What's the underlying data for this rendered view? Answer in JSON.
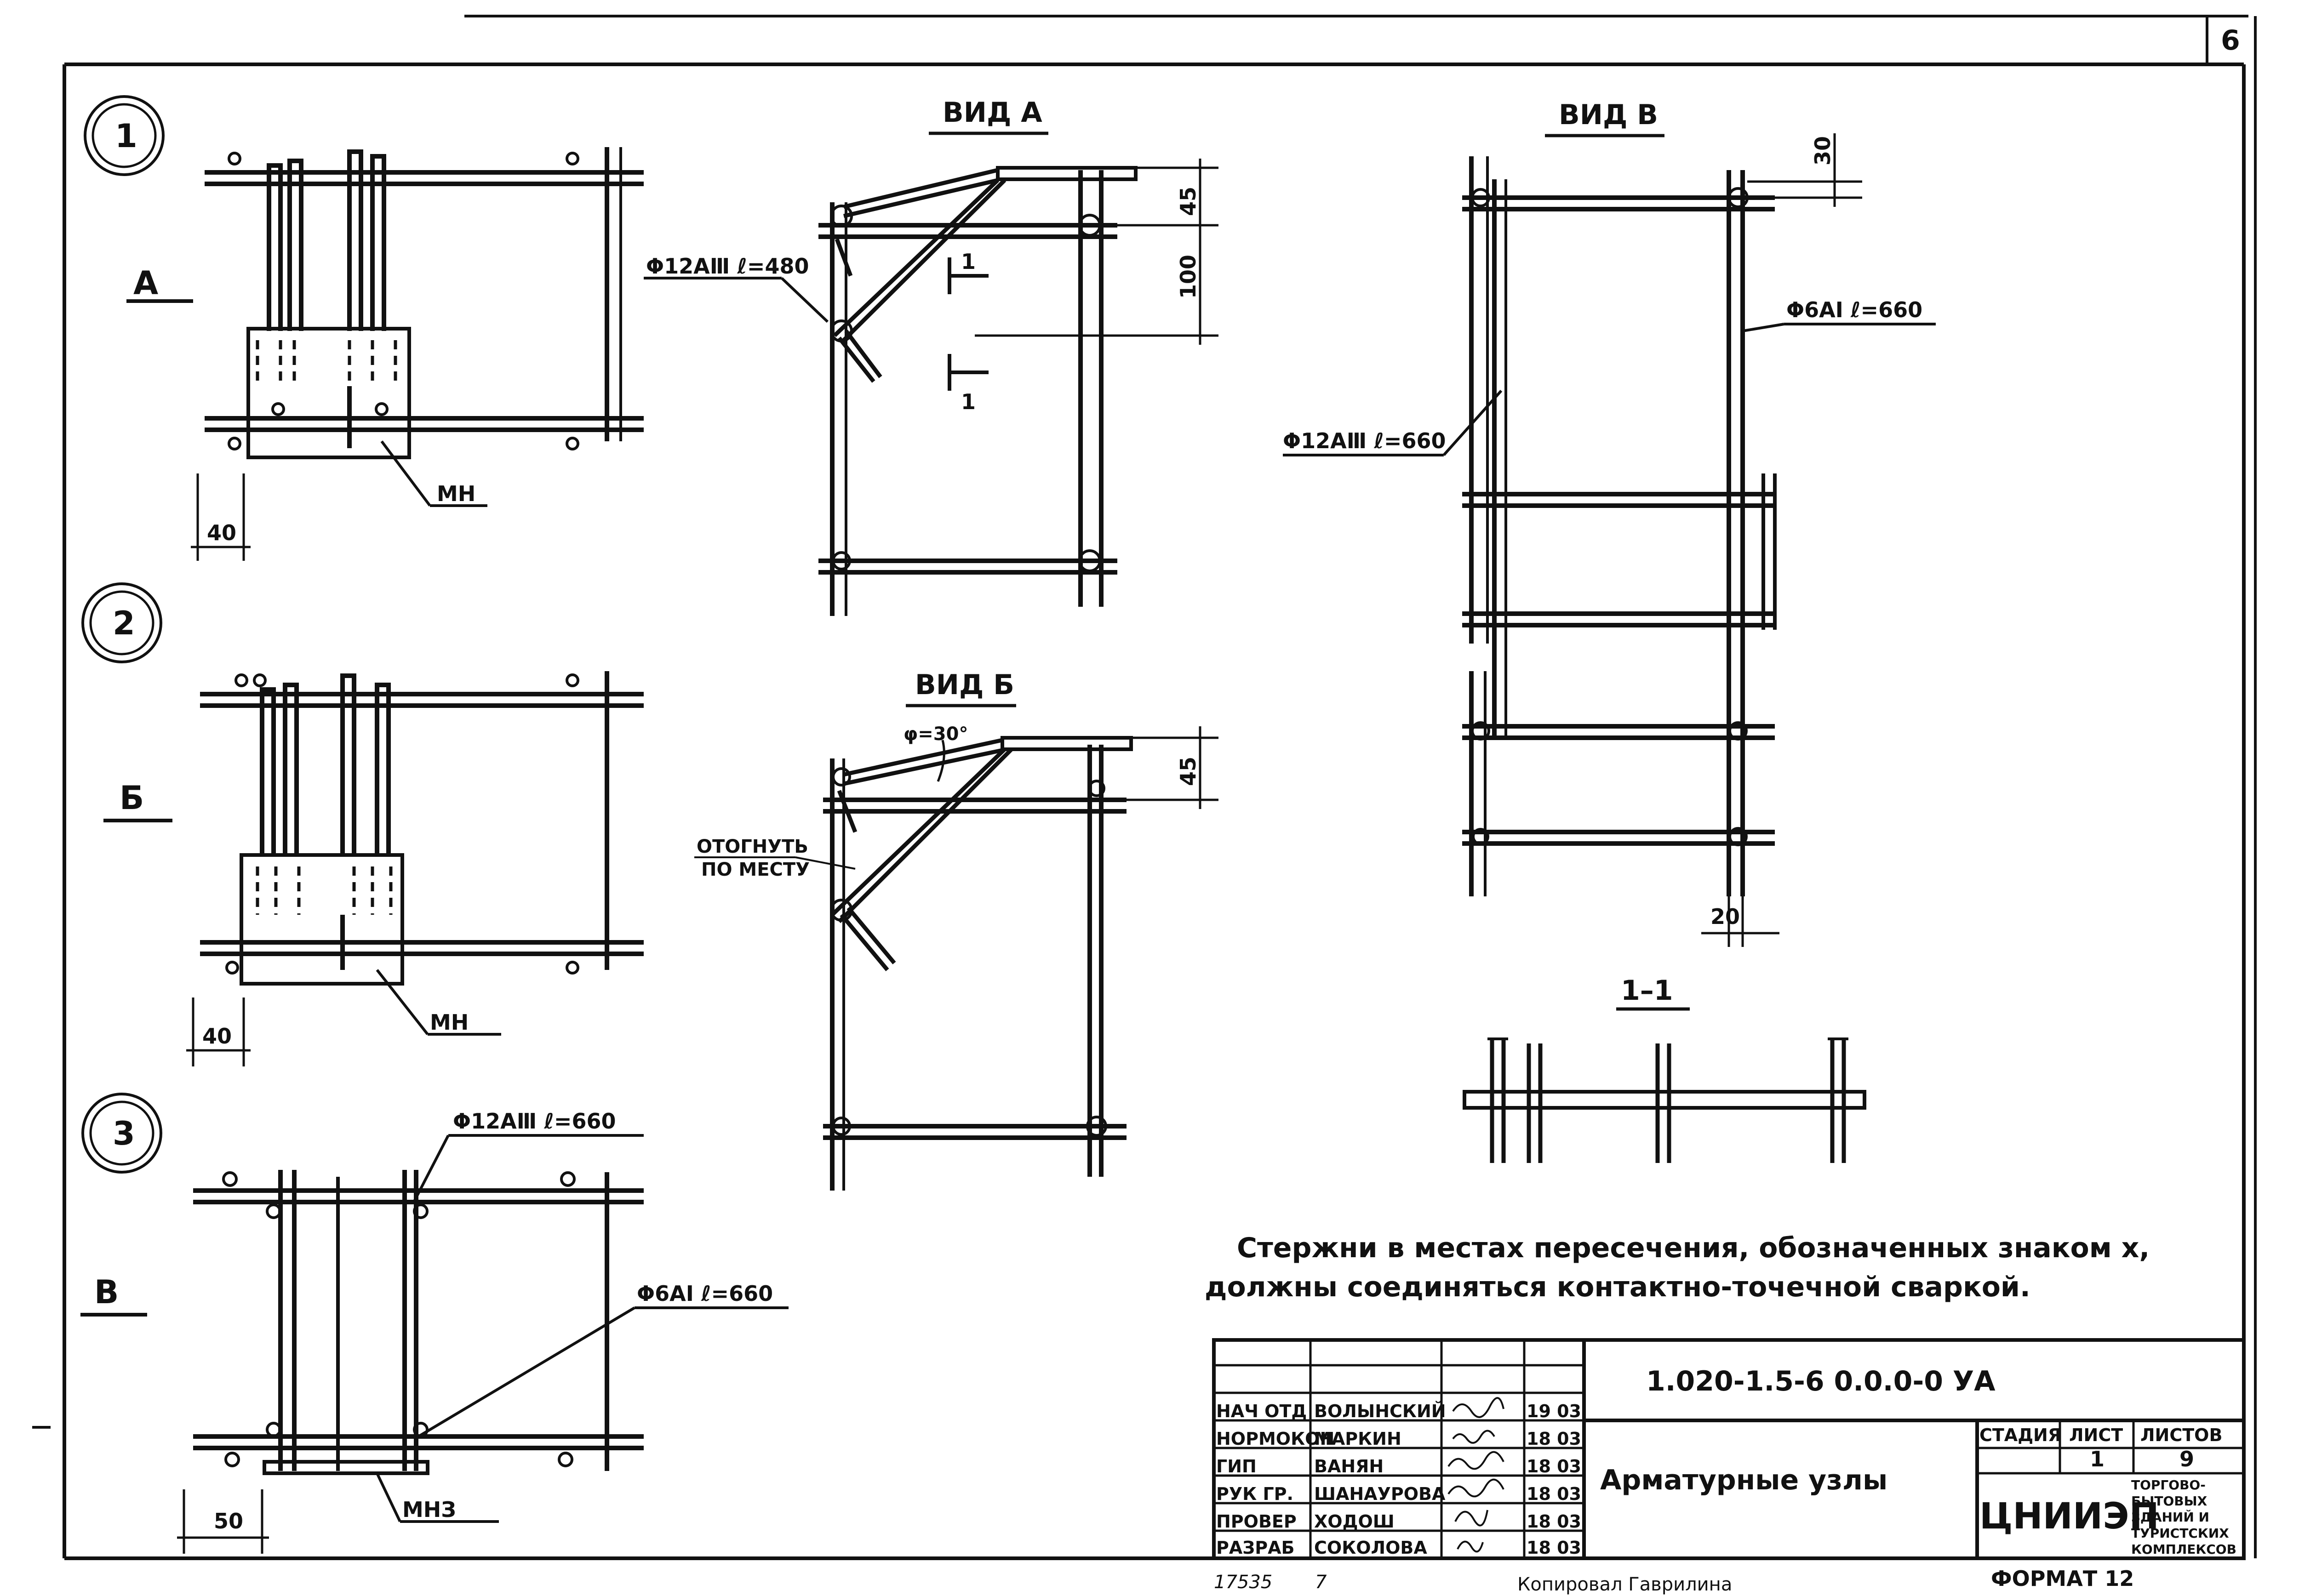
{
  "sheet_no": "6",
  "nodes": [
    {
      "num": "1",
      "label": "А",
      "mn": "МН",
      "dim": "40"
    },
    {
      "num": "2",
      "label": "Б",
      "mn": "МН",
      "dim": "40"
    },
    {
      "num": "3",
      "label": "В",
      "mn": "МНЗ",
      "dim": "50",
      "bar_long": "Φ12АⅢ ℓ=660",
      "bar_short": "Φ6АⅠ ℓ=660"
    }
  ],
  "view_a": {
    "title": "ВИД А",
    "bar": "Φ12АⅢ ℓ=480",
    "dim1": "45",
    "dim2": "100",
    "section": "1"
  },
  "view_b": {
    "title": "ВИД Б",
    "angle": "φ=30°",
    "note1": "ОТОГНУТЬ",
    "note2": "ПО МЕСТУ",
    "dim1": "45"
  },
  "view_v": {
    "title": "ВИД В",
    "dim1": "30",
    "dim2": "20",
    "bar1": "Φ6АⅠ ℓ=660",
    "bar2": "Φ12АⅢ ℓ=660"
  },
  "section_11": {
    "title": "1–1"
  },
  "note": {
    "line1": "Стержни в местах пересечения, обозначенных знаком х,",
    "line2": "должны соединяться контактно-точечной сваркой."
  },
  "title_block": {
    "code": "1.020-1.5-6 0.0.0-0 УА",
    "name": "Арматурные узлы",
    "rows": [
      {
        "role": "НАЧ ОТД",
        "person": "ВОЛЫНСКИЙ",
        "date": "19 03"
      },
      {
        "role": "НОРМОКОН",
        "person": "МАРКИН",
        "date": "18 03"
      },
      {
        "role": "ГИП",
        "person": "ВАНЯН",
        "date": "18 03"
      },
      {
        "role": "РУК ГР.",
        "person": "ШАНАУРОВА",
        "date": "18 03"
      },
      {
        "role": "ПРОВЕР",
        "person": "ХОДОШ",
        "date": "18 03"
      },
      {
        "role": "РАЗРАБ",
        "person": "СОКОЛОВА",
        "date": "18 03"
      }
    ],
    "stage_hdr": "СТАДИЯ",
    "sheet_hdr": "ЛИСТ",
    "sheets_hdr": "ЛИСТОВ",
    "sheet": "1",
    "sheets": "9",
    "org": "ЦНИИЭП",
    "org_sub": [
      "ТОРГОВО-",
      "БЫТОВЫХ",
      "ЗДАНИЙ И",
      "ТУРИСТСКИХ",
      "КОМПЛЕКСОВ"
    ]
  },
  "format": "ФОРМАТ 12",
  "inv": "17535",
  "inv2": "7",
  "copied": "Копировал Гаврилина"
}
